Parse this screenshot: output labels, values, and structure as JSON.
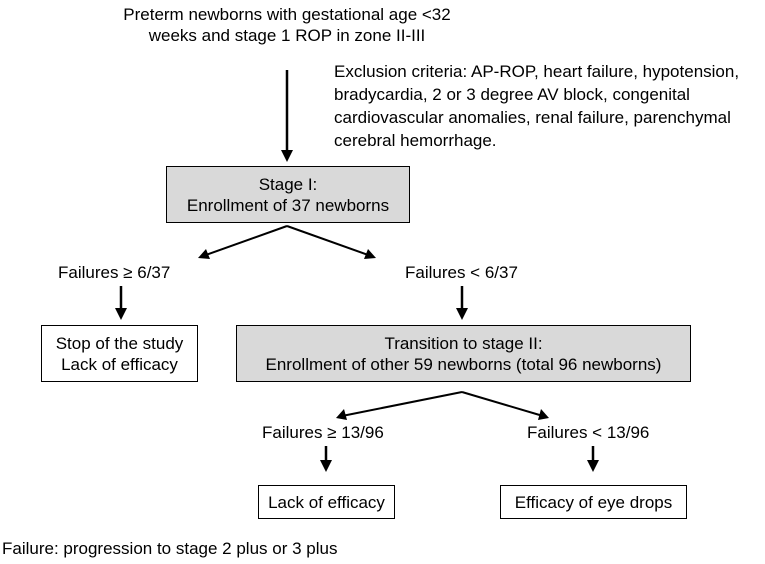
{
  "top_text": {
    "line1": "Preterm newborns with gestational age <32",
    "line2": "weeks and stage 1 ROP in zone II-III"
  },
  "exclusion": {
    "line1": "Exclusion criteria: AP-ROP, heart failure, hypotension,",
    "line2": "bradycardia, 2 or 3 degree AV block, congenital",
    "line3": "cardiovascular anomalies, renal failure, parenchymal",
    "line4": "cerebral hemorrhage."
  },
  "stage1_box": {
    "line1": "Stage I:",
    "line2": "Enrollment of 37 newborns"
  },
  "left_branch": {
    "label": "Failures ≥ 6/37",
    "box_line1": "Stop of the study",
    "box_line2": "Lack of efficacy"
  },
  "right_branch": {
    "label": "Failures < 6/37"
  },
  "stage2_box": {
    "line1": "Transition to stage II:",
    "line2": "Enrollment of other 59 newborns (total 96 newborns)"
  },
  "stage2_left": {
    "label": "Failures ≥ 13/96",
    "box": "Lack of efficacy"
  },
  "stage2_right": {
    "label": "Failures < 13/96",
    "box": "Efficacy of eye drops"
  },
  "footnote": "Failure: progression to stage 2 plus or 3 plus",
  "colors": {
    "shaded_box": "#d9d9d9",
    "line": "#000000"
  }
}
